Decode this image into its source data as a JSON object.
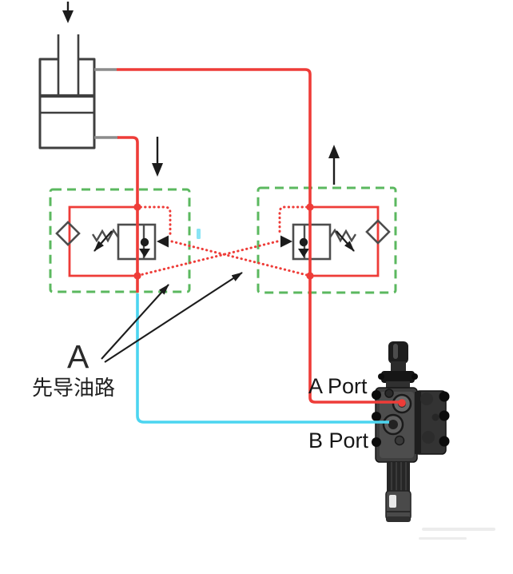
{
  "labels": {
    "pilot_marker": "A",
    "pilot_caption": "先导油路",
    "a_port": "A Port",
    "b_port": "B Port"
  },
  "colors": {
    "line_red": "#ee3c38",
    "line_cyan": "#4cd5f0",
    "box_green": "#5bb85f",
    "symbol_gray": "#4d4d4d",
    "cylinder_gray": "#3f3f3f",
    "stub_gray": "#8c8c8c",
    "annotation": "#1c1c1c",
    "background": "#ffffff"
  },
  "diagram": {
    "type": "hydraulic-schematic",
    "elements": [
      "hydraulic-cylinder",
      "counterbalance-valve-left",
      "counterbalance-valve-right",
      "crossed-pilot-lines",
      "a-port-line-red",
      "b-port-line-cyan",
      "directional-control-valve-photo"
    ]
  }
}
